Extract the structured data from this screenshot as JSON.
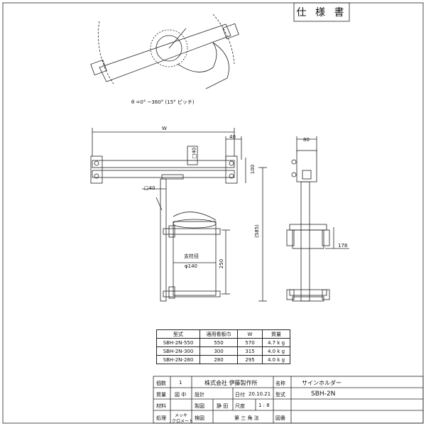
{
  "header": {
    "spec_title": "仕 様 書"
  },
  "rotation_note": "θ =0° ~360° (15° ピッチ)",
  "dimensions": {
    "w": "W",
    "d40_top": "40",
    "d100": "100",
    "d_box40": "□40",
    "d_box40_vert": "□40",
    "d585": "(585)",
    "d250": "250",
    "support_label_1": "支柱径",
    "support_label_2": "φ140",
    "d80": "80",
    "d178": "178"
  },
  "spec_table": {
    "headers": [
      "型式",
      "適用看板巾",
      "W",
      "質量"
    ],
    "rows": [
      [
        "SBH-2N-550",
        "550",
        "570",
        "4.7 k g"
      ],
      [
        "SBH-2N-300",
        "300",
        "315",
        "4.0 k g"
      ],
      [
        "SBH-2N-280",
        "280",
        "295",
        "4.0 k g"
      ]
    ]
  },
  "title_block": {
    "count_label": "個数",
    "count_value": "1",
    "company": "株式会社 伊藤製作所",
    "name_label": "名称",
    "name_value": "サインホルダー",
    "weight_label": "質量",
    "weight_value": "図 中",
    "design_label": "設計",
    "date_label": "日付",
    "date_value": "20.10.21",
    "model_label": "型式",
    "model_value": "SBH-2N",
    "material_label": "材料",
    "drawn_label": "製図",
    "drawn_value": "静 田",
    "scale_label": "尺度",
    "scale_value": "1 : 8",
    "finish_label": "処理",
    "finish_value_1": "メッキ",
    "finish_value_2": "クロメート",
    "check_label": "検図",
    "projection": "第 三 角 法",
    "drawing_no_label": "図番"
  }
}
